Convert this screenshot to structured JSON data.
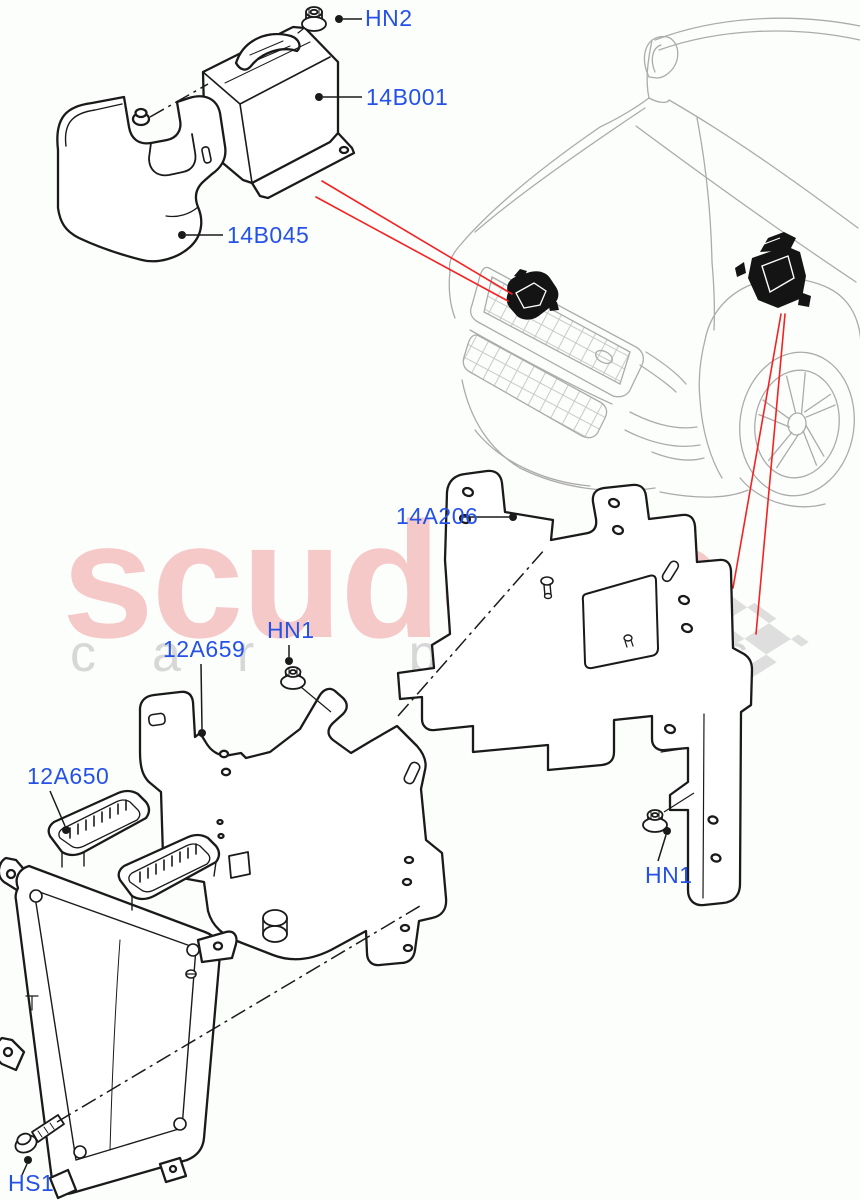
{
  "watermark": {
    "brand": "scuderia",
    "subtitle": "car parts",
    "brand_color": "#f6c9c9",
    "subtitle_color": "#d7d7d7",
    "checker_color": "#dedede"
  },
  "colors": {
    "label_blue": "#2551e8",
    "callout_red": "#f42222",
    "line_art": "#1a1a1a",
    "car_outline": "#ababab",
    "background": "#fcfefc"
  },
  "labels": [
    {
      "id": "HN2",
      "text": "HN2"
    },
    {
      "id": "14B001",
      "text": "14B001"
    },
    {
      "id": "14B045",
      "text": "14B045"
    },
    {
      "id": "14A206",
      "text": "14A206"
    },
    {
      "id": "12A659",
      "text": "12A659"
    },
    {
      "id": "HN1-upper",
      "text": "HN1"
    },
    {
      "id": "12A650",
      "text": "12A650"
    },
    {
      "id": "HN1-lower",
      "text": "HN1"
    },
    {
      "id": "HS1",
      "text": "HS1"
    }
  ]
}
